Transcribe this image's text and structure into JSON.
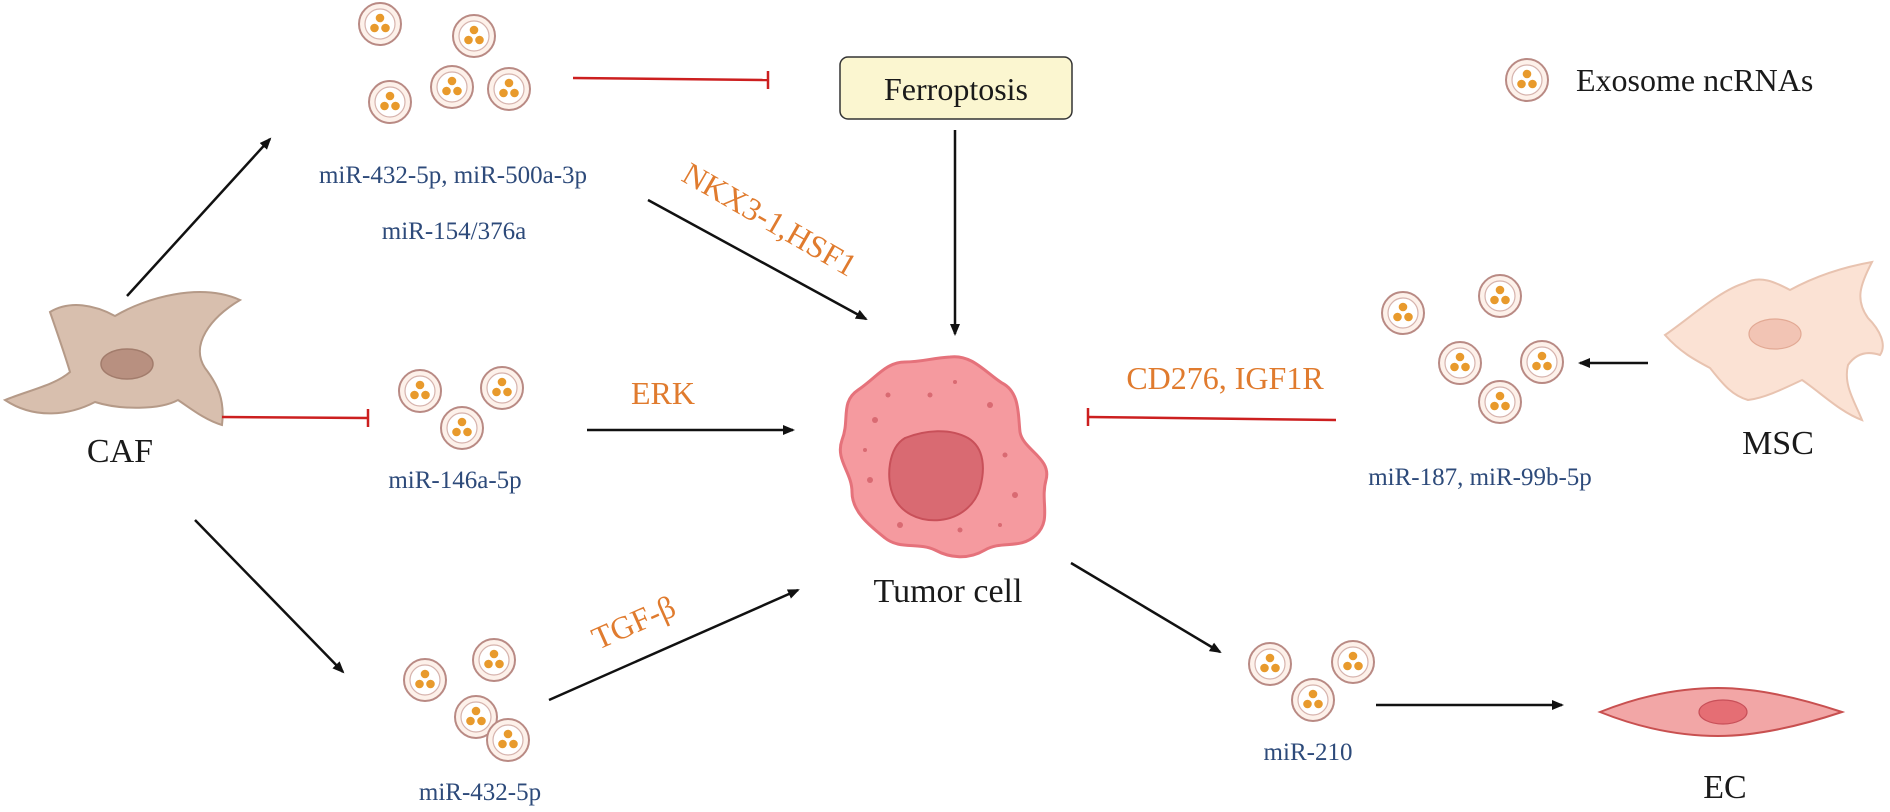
{
  "legend": {
    "label": "Exosome ncRNAs"
  },
  "ferroptosis": {
    "label": "Ferroptosis"
  },
  "cells": {
    "caf": "CAF",
    "msc": "MSC",
    "tumor": "Tumor cell",
    "ec": "EC"
  },
  "mirnas": {
    "top_line1": "miR-432-5p, miR-500a-3p",
    "top_line2": "miR-154/376a",
    "middle": "miR-146a-5p",
    "bottom": "miR-432-5p",
    "msc": "miR-187, miR-99b-5p",
    "ec": "miR-210"
  },
  "pathways": {
    "nkx": "NKX3-1,HSF1",
    "erk": "ERK",
    "tgf": "TGF-β",
    "cd276": "CD276, IGF1R"
  },
  "colors": {
    "inhibit": "#cc1f1f",
    "activate": "#111111",
    "pathway_text": "#e07b2e",
    "mirna_text": "#2d4a7a",
    "exosome_fill": "#e89a2c",
    "ferroptosis_box": "#fbf6d0"
  }
}
